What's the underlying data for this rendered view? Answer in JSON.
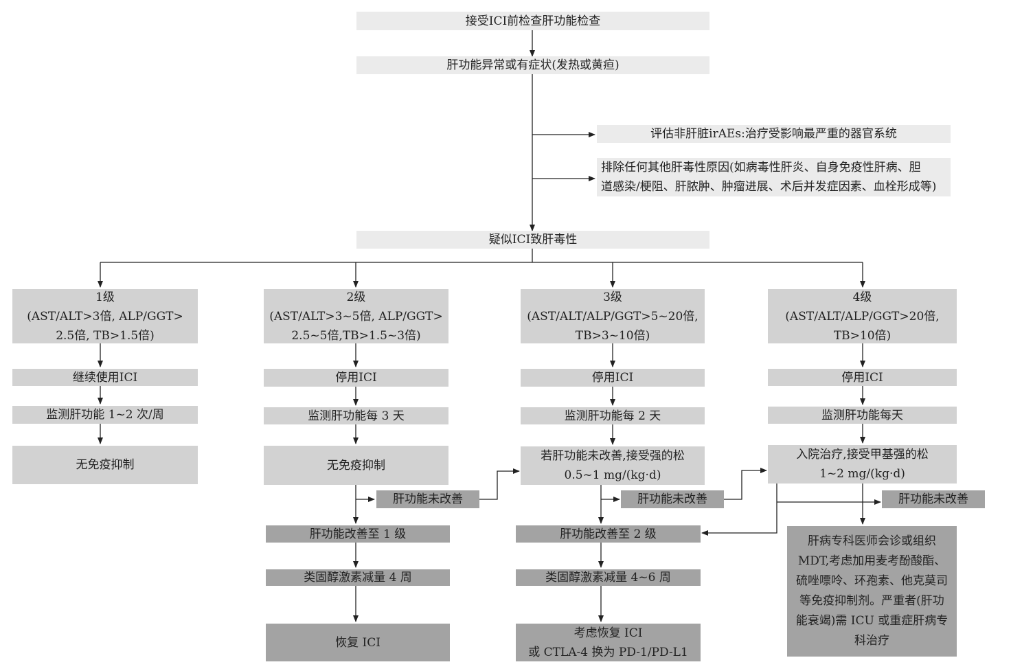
{
  "top": {
    "pre_check": "接受ICI前检查肝功能检查",
    "abnormal": "肝功能异常或有症状(发热或黄疸)",
    "assess": "评估非肝脏irAEs:治疗受影响最严重的器官系统",
    "exclude_l1": "排除任何其他肝毒性原因(如病毒性肝炎、自身免疫性肝病、胆",
    "exclude_l2": "道感染/梗阻、肝脓肿、肿瘤进展、术后并发症因素、血栓形成等)",
    "suspect": "疑似ICI致肝毒性"
  },
  "g1": {
    "title": "1级",
    "crit_l1": "(AST/ALT>3倍, ALP/GGT>",
    "crit_l2": "2.5倍, TB>1.5倍)",
    "action": "继续使用ICI",
    "monitor": "监测肝功能 1~2 次/周",
    "immuno": "无免疫抑制"
  },
  "g2": {
    "title": "2级",
    "crit_l1": "(AST/ALT>3~5倍, ALP/GGT>",
    "crit_l2": "2.5~5倍,TB>1.5~3倍)",
    "action": "停用ICI",
    "monitor": "监测肝功能每 3 天",
    "immuno": "无免疫抑制",
    "not_improved": "肝功能未改善",
    "improved": "肝功能改善至 1 级",
    "taper": "类固醇激素减量 4 周",
    "resume": "恢复 ICI"
  },
  "g3": {
    "title": "3级",
    "crit_l1": "(AST/ALT/ALP/GGT>5~20倍,",
    "crit_l2": "TB>3~10倍)",
    "action": "停用ICI",
    "monitor": "监测肝功能每 2 天",
    "steroid_l1": "若肝功能未改善,接受强的松",
    "steroid_l2": "0.5~1 mg/(kg·d)",
    "not_improved": "肝功能未改善",
    "improved": "肝功能改善至 2 级",
    "taper": "类固醇激素减量 4~6 周",
    "resume_l1": "考虑恢复 ICI",
    "resume_l2": "或 CTLA-4 换为 PD-1/PD-L1"
  },
  "g4": {
    "title": "4级",
    "crit_l1": "(AST/ALT/ALP/GGT>20倍,",
    "crit_l2": "TB>10倍)",
    "action": "停用ICI",
    "monitor": "监测肝功能每天",
    "hosp_l1": "入院治疗,接受甲基强的松",
    "hosp_l2": "1~2 mg/(kg·d)",
    "not_improved": "肝功能未改善",
    "mdt_l1": "肝病专科医师会诊或组织",
    "mdt_l2": "MDT,考虑加用麦考酚酸酯、",
    "mdt_l3": "硫唑嘌呤、环孢素、他克莫司",
    "mdt_l4": "等免疫抑制剂。严重者(肝功",
    "mdt_l5": "能衰竭)需 ICU 或重症肝病专",
    "mdt_l6": "科治疗"
  },
  "colors": {
    "light": "#ebebeb",
    "medium": "#d2d2d2",
    "dark": "#a3a3a3",
    "line": "#222222"
  }
}
